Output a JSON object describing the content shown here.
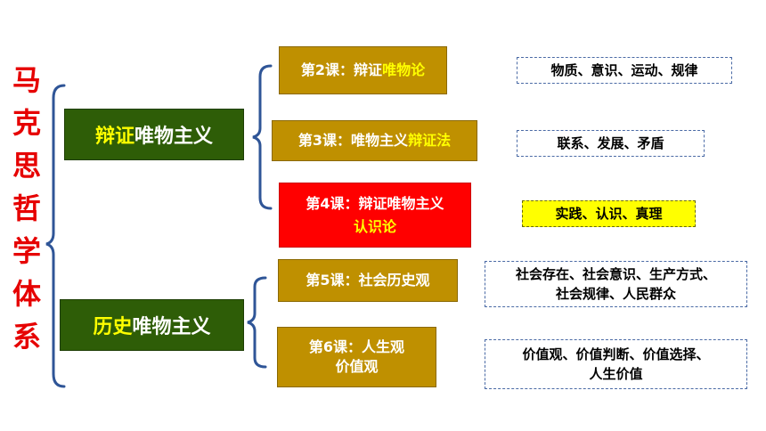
{
  "title_chars": [
    "马",
    "克",
    "思",
    "哲",
    "学",
    "体",
    "系"
  ],
  "branches": [
    {
      "pre": "辩证",
      "post": "唯物主义"
    },
    {
      "pre": "历史",
      "post": "唯物主义"
    }
  ],
  "lessons": [
    {
      "line1_pre": "第2课：辩证",
      "line1_hl": "唯物论",
      "line2": ""
    },
    {
      "line1_pre": "第3课：唯物主义",
      "line1_hl": "辩证法",
      "line2": ""
    },
    {
      "line1_pre": "第4课：辩证唯物主义",
      "line1_hl": "",
      "line2": "认识论"
    },
    {
      "line1_pre": "第5课：社会历史观",
      "line1_hl": "",
      "line2": ""
    },
    {
      "line1_pre": "第6课：人生观",
      "line1_hl": "",
      "line2": "价值观"
    }
  ],
  "keywords": [
    {
      "line1": "物质、意识、运动、规律",
      "line2": ""
    },
    {
      "line1": "联系、发展、矛盾",
      "line2": ""
    },
    {
      "line1": "实践、认识、真理",
      "line2": ""
    },
    {
      "line1": "社会存在、社会意识、生产方式、",
      "line2": "社会规律、人民群众"
    },
    {
      "line1": "价值观、价值判断、价值选择、",
      "line2": "人生价值"
    }
  ],
  "colors": {
    "title_red": "#e60000",
    "branch_green": "#2e5d07",
    "lesson_gold": "#bf9000",
    "lesson_red": "#ff0000",
    "highlight_yellow": "#ffff00",
    "bracket_blue": "#2f5597"
  }
}
